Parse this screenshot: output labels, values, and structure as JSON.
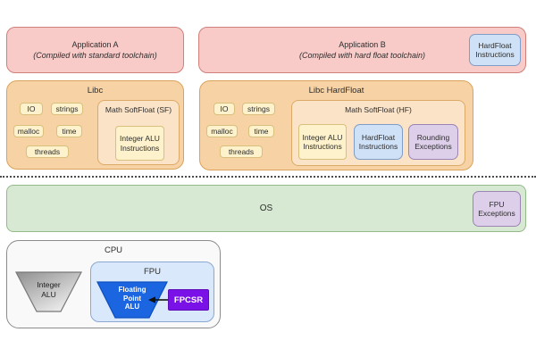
{
  "palette": {
    "app_fill": "#f8cbc9",
    "app_stroke": "#d07f79",
    "libc_fill": "#f7d2a5",
    "libc_stroke": "#d9a35b",
    "math_fill": "#fbe3c8",
    "module_fill": "#fdf2cb",
    "module_stroke": "#d9c07c",
    "hardfloat_fill": "#cfe1f6",
    "hardfloat_stroke": "#7f9dc6",
    "exceptions_fill": "#ddcfe9",
    "exceptions_stroke": "#9b85b4",
    "os_fill": "#d8e9d3",
    "os_stroke": "#92bb89",
    "cpu_fill": "#f9f9f9",
    "fpu_fill": "#d9e8fb",
    "fp_alu_fill": "#1b66e0",
    "fpcsr_fill": "#7a12e8",
    "integer_alu_fill": "gray-gradient"
  },
  "app_a": {
    "title": "Application A",
    "subtitle": "(Compiled with standard toolchain)"
  },
  "app_b": {
    "title": "Application B",
    "subtitle": "(Compiled with hard float toolchain)",
    "badge": {
      "lines": [
        "HardFloat",
        "Instructions"
      ]
    }
  },
  "libc": {
    "title": "Libc",
    "modules": [
      "IO",
      "strings",
      "malloc",
      "time",
      "threads"
    ],
    "math": {
      "title": "Math SoftFloat (SF)",
      "items": [
        {
          "lines": [
            "Integer ALU",
            "Instructions"
          ],
          "style": "yellow"
        }
      ]
    }
  },
  "libc_hf": {
    "title": "Libc HardFloat",
    "modules": [
      "IO",
      "strings",
      "malloc",
      "time",
      "threads"
    ],
    "math": {
      "title": "Math SoftFloat (HF)",
      "items": [
        {
          "lines": [
            "Integer ALU",
            "Instructions"
          ],
          "style": "yellow"
        },
        {
          "lines": [
            "HardFloat",
            "Instructions"
          ],
          "style": "blue"
        },
        {
          "lines": [
            "Rounding",
            "Exceptions"
          ],
          "style": "purple"
        }
      ]
    }
  },
  "os": {
    "title": "OS",
    "badge": {
      "lines": [
        "FPU",
        "Exceptions"
      ]
    }
  },
  "cpu": {
    "title": "CPU",
    "integer_alu": {
      "lines": [
        "Integer",
        "ALU"
      ]
    },
    "fpu": {
      "title": "FPU",
      "fp_alu": {
        "lines": [
          "Floating",
          "Point",
          "ALU"
        ]
      },
      "fpcsr": "FPCSR"
    }
  }
}
